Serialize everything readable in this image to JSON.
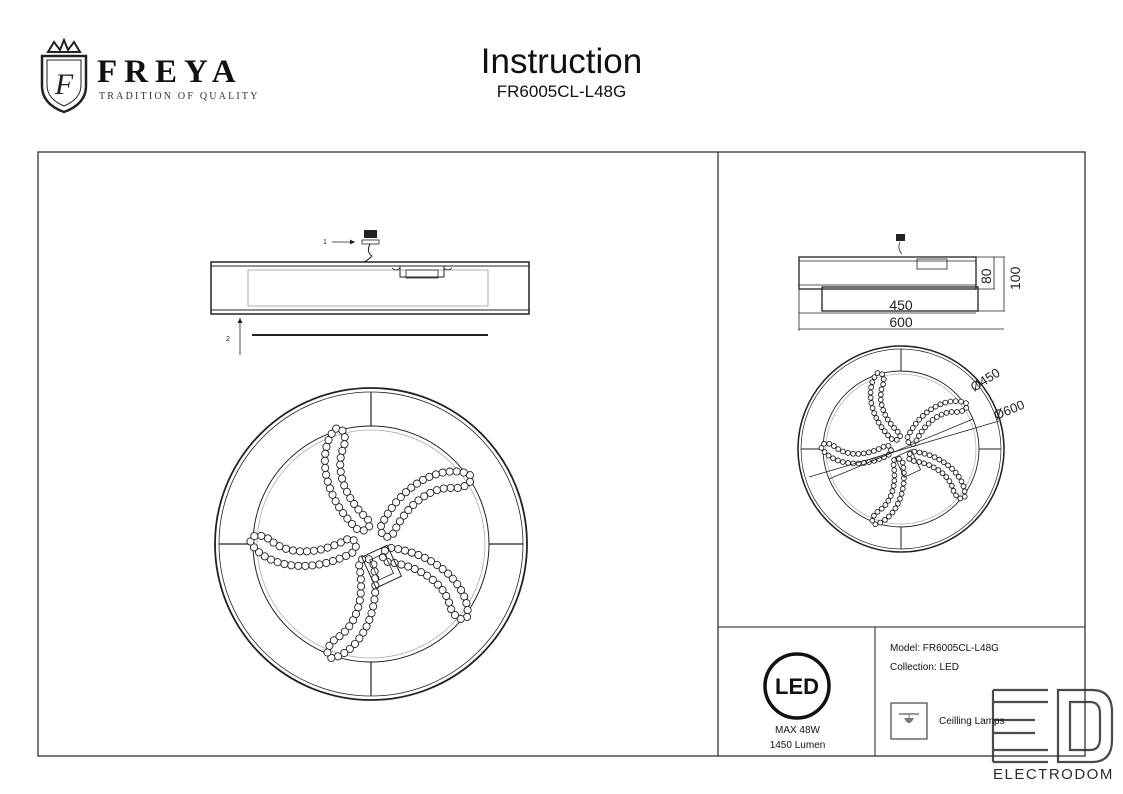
{
  "header": {
    "brand_name": "FREYA",
    "brand_tagline": "TRADITION OF QUALITY",
    "title": "Instruction",
    "model_code": "FR6005CL-L48G"
  },
  "diagram": {
    "step_labels": [
      "1",
      "2"
    ],
    "dimensions": {
      "height_inner": "80",
      "height_outer": "100",
      "width_inner": "450",
      "width_outer": "600",
      "diameter_inner": "Ø450",
      "diameter_outer": "Ø600"
    }
  },
  "specs": {
    "led_badge": "LED",
    "max_power": "MAX 48W",
    "lumen": "1450 Lumen",
    "model_line": "Model: FR6005CL-L48G",
    "collection_line": "Collection: LED",
    "type_label": "Ceilling Lamps"
  },
  "watermark": {
    "text": "ELECTRODOM",
    "logo_letters": "ED"
  },
  "colors": {
    "line": "#222222",
    "light_line": "#9a9a9a",
    "watermark": "#2b2b2b"
  }
}
